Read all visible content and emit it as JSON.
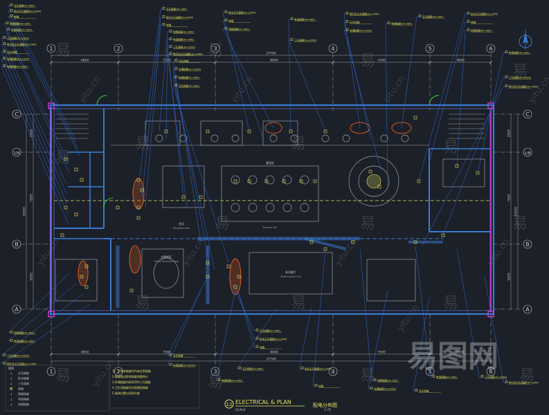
{
  "title": "ELECTRICAL & PLAN",
  "title_scale": "SCALE",
  "title_cn": "配电分布图",
  "title_ratio": "1:75",
  "drawing_number": "12",
  "grid_columns": [
    "1",
    "2",
    "3",
    "4",
    "5",
    "6"
  ],
  "grid_rows": [
    "C",
    "1/B",
    "B",
    "A"
  ],
  "dimensions": {
    "top_segments": [
      "4850",
      "7500",
      "8000",
      "7500",
      "4850"
    ],
    "top_total": "37700",
    "bottom_segments": [
      "4850",
      "7500",
      "8000",
      "7500",
      "4850"
    ],
    "bottom_total": "37700",
    "left_segments": [
      "2600",
      "7500",
      "5000"
    ],
    "left_total": "15100",
    "right_segments": [
      "2600",
      "7500",
      "5000"
    ],
    "right_total": "15100"
  },
  "room_labels": {
    "center": "会议",
    "center_sub": "Reception Area",
    "dining": "宴会区",
    "dining_sub": "Banquet Hall",
    "lounge": "主题吧区",
    "lounge_sub": "Theme Reception Area",
    "right_room": "多功能厅",
    "right_room_sub": "Multi-function Hall"
  },
  "callout_labels": {
    "a": "五孔插座(H=300)",
    "b": "防水五孔插座(H=1300)",
    "c": "地插",
    "d": "网络插座(H=300)",
    "e": "电话插座(H=300)",
    "f": "三孔插座(H=2200)",
    "g": "带开关五孔插座(H=1300)",
    "h": "五孔地插",
    "i": "空调插座(H=2200)",
    "j": "电视插座(H=300)"
  },
  "legend_title": "图例",
  "legend_items": [
    {
      "symbol": "⊥",
      "label": "五孔插座"
    },
    {
      "symbol": "⊥",
      "label": "防水插座"
    },
    {
      "symbol": "⊥",
      "label": "三孔插座"
    },
    {
      "symbol": "⊠",
      "label": "地插"
    },
    {
      "symbol": "⊥",
      "label": "网络插座"
    },
    {
      "symbol": "⊥",
      "label": "电话插座"
    },
    {
      "symbol": "⊥",
      "label": "电视插座"
    }
  ],
  "notes": [
    "注：1.所有插座均为安全型插座",
    "2.插座底边距地高度如图所示",
    "3.空调插座均采用16A三孔插座",
    "4.卫生间插座均为防溅型插座",
    "5.具体位置以现场为准"
  ],
  "watermark": {
    "brand": "易图网",
    "char": "易",
    "domain": "yitu.cn"
  },
  "colors": {
    "background": "#1c2028",
    "wall": "#3a7bd5",
    "column": "#d63bd6",
    "annotation": "#e8e860",
    "leader": "#2f6fe0",
    "light": "#ff6a2a",
    "furniture": "#9aa0aa",
    "dim": "#c9c9c9",
    "grid": "#c9c9c9"
  }
}
